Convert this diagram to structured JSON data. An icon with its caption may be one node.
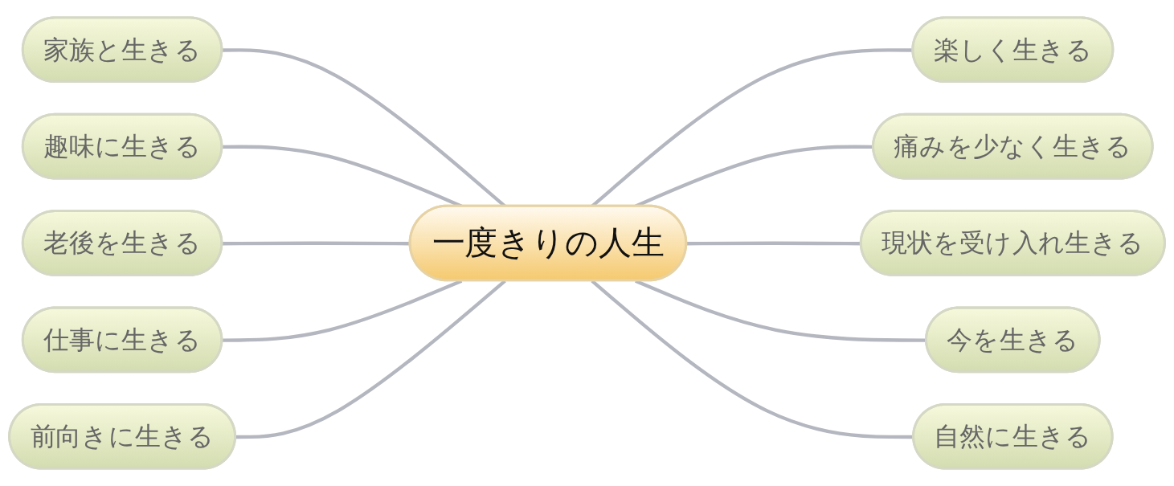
{
  "diagram": {
    "nodes": [
      {
        "text": [
          "家族と生きる"
        ]
      },
      {
        "text": [
          "楽しく生きる"
        ]
      },
      {
        "text": [
          "趣味に生きる"
        ]
      },
      {
        "text": [
          "痛みを少なく生きる"
        ]
      },
      {
        "text": [
          "老後を生きる"
        ]
      },
      {
        "text": [
          "一度きりの人生"
        ]
      },
      {
        "text": [
          "現状を受け入れ生きる"
        ]
      },
      {
        "text": [
          "仕事に生きる"
        ]
      },
      {
        "text": [
          "今を生きる"
        ]
      },
      {
        "text": [
          "前向きに生きる"
        ]
      },
      {
        "text": [
          "自然に生きる"
        ]
      }
    ],
    "edges": [
      {
        "from": 0,
        "to": 5,
        "arrow": "none"
      },
      {
        "from": 2,
        "to": 5,
        "arrow": "none"
      },
      {
        "from": 4,
        "to": 5,
        "arrow": "none"
      },
      {
        "from": 7,
        "to": 5,
        "arrow": "none"
      },
      {
        "from": 9,
        "to": 5,
        "arrow": "none"
      },
      {
        "from": 5,
        "to": 1,
        "arrow": "none"
      },
      {
        "from": 5,
        "to": 3,
        "arrow": "none"
      },
      {
        "from": 5,
        "to": 6,
        "arrow": "none"
      },
      {
        "from": 5,
        "to": 8,
        "arrow": "none"
      },
      {
        "from": 5,
        "to": 10,
        "arrow": "none"
      }
    ]
  }
}
